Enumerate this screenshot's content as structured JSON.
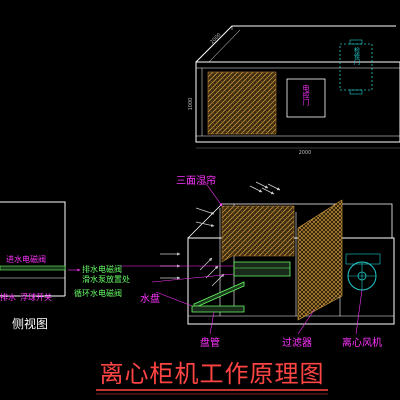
{
  "dimensions": {
    "depth": "2000",
    "height": "1000",
    "width": "2000"
  },
  "top_view": {
    "door_label": "检修门",
    "control_label": "电控门"
  },
  "side_view": {
    "title": "侧视图",
    "inlet_valve": "进水电磁阀",
    "float_switch": "浮球开关",
    "drain_prefix": "排水"
  },
  "main_view": {
    "wet_curtain": "三面湿帘",
    "drain_valve": "排水电磁阀",
    "water_dispenser": "滑水泵放置处",
    "circulating_valve": "循环水电磁阀",
    "water_tray": "水盘",
    "coil": "盘管",
    "filter": "过滤器",
    "fan": "离心风机"
  },
  "footer": {
    "title": "离心柜机工作原理图"
  },
  "colors": {
    "wall": "#ffffff",
    "cyan": "#22cccc",
    "magenta": "#ff33ff",
    "green": "#66ff66",
    "brown": "#b07a30",
    "title": "#ff4444"
  }
}
